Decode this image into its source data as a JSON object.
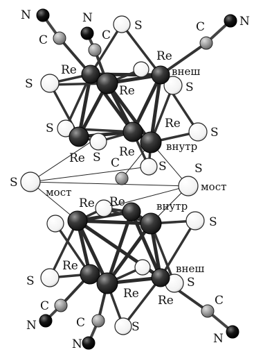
{
  "figure": {
    "background": "#ffffff",
    "atom_colors": {
      "Re": "#3a3a3a",
      "S": "#ffffff",
      "C": "#9a9a9a",
      "N": "#111111"
    },
    "element_symbols": {
      "Re": "Re",
      "S": "S",
      "C": "C",
      "N": "N"
    },
    "annotations": {
      "outer": "внеш",
      "inner": "внутр",
      "bridge": "мост"
    }
  }
}
